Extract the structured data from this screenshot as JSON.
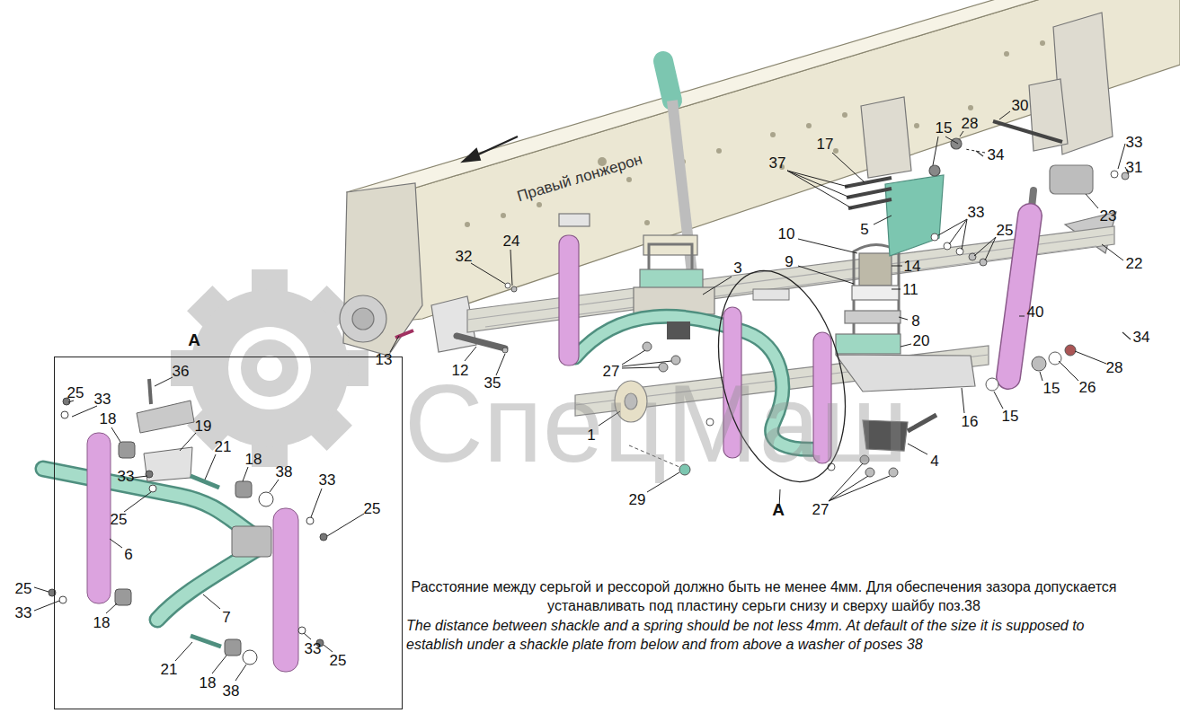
{
  "diagram": {
    "nodes": [
      {
        "text": [
          "A"
        ]
      },
      {
        "text": [
          "A"
        ]
      }
    ],
    "labels": [
      "30",
      "15",
      "28",
      "34",
      "33",
      "31",
      "17",
      "37",
      "5",
      "33",
      "25",
      "23",
      "22",
      "10",
      "9",
      "14",
      "11",
      "8",
      "3",
      "32",
      "24",
      "40",
      "20",
      "13",
      "12",
      "35",
      "27",
      "34",
      "28",
      "26",
      "15",
      "15",
      "16",
      "1",
      "4",
      "29",
      "27",
      "36",
      "25",
      "33",
      "18",
      "19",
      "21",
      "18",
      "33",
      "25",
      "38",
      "33",
      "25",
      "6",
      "7",
      "25",
      "33",
      "18",
      "21",
      "18",
      "38",
      "33",
      "25",
      "Правый лонжерон",
      "СпецМаш",
      "Расстояние между серьгой и рессорой должно быть не менее 4мм. Для обеспечения зазора допускается устанавливать под пластину серьги снизу и сверху шайбу поз.38",
      "The distance between shackle and a spring should be not less 4mm. At default of the size it is supposed to establish under a shackle plate from below and from above a washer of poses 38"
    ]
  }
}
